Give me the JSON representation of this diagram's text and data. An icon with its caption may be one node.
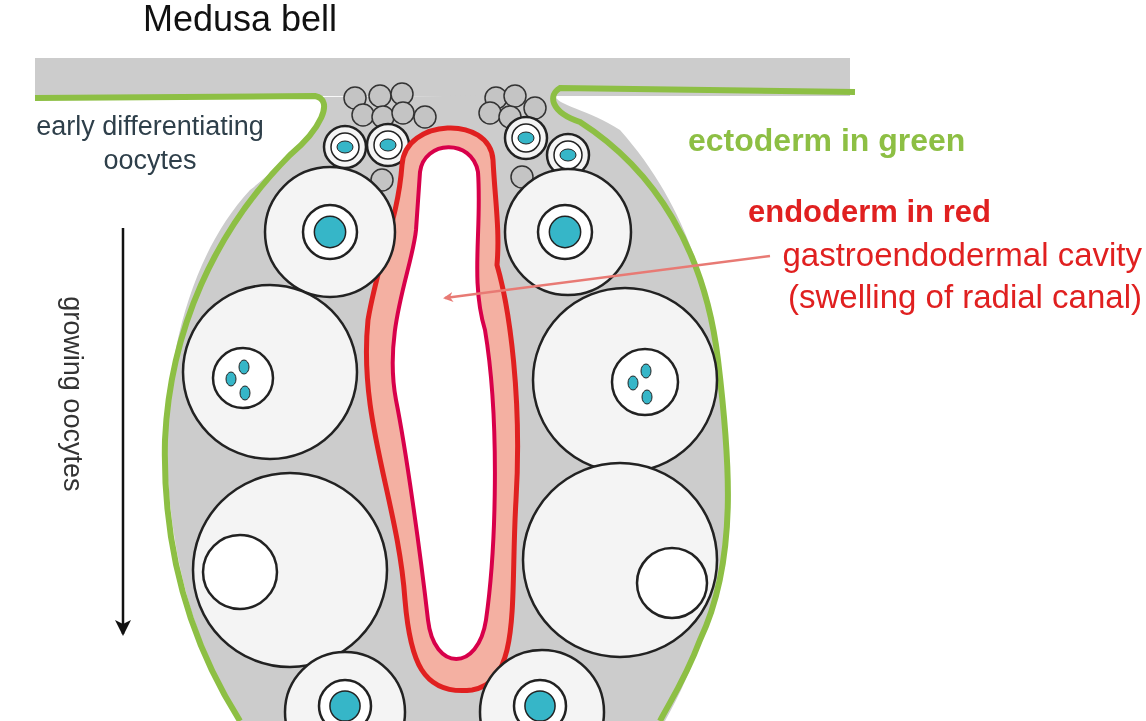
{
  "diagram": {
    "title": "Medusa bell",
    "nodes": [
      {
        "text": [
          "gastroendodermal cavity (swelling of radial canal)"
        ]
      },
      {
        "text": [],
        "shape": "cavity"
      }
    ],
    "edges": [
      {
        "from": 0,
        "to": 1,
        "arrow": "to",
        "color": "#e87a74"
      }
    ],
    "labels": [
      "early differentiating oocytes",
      "ectoderm in green",
      "endoderm in red",
      "growing oocytes"
    ]
  }
}
